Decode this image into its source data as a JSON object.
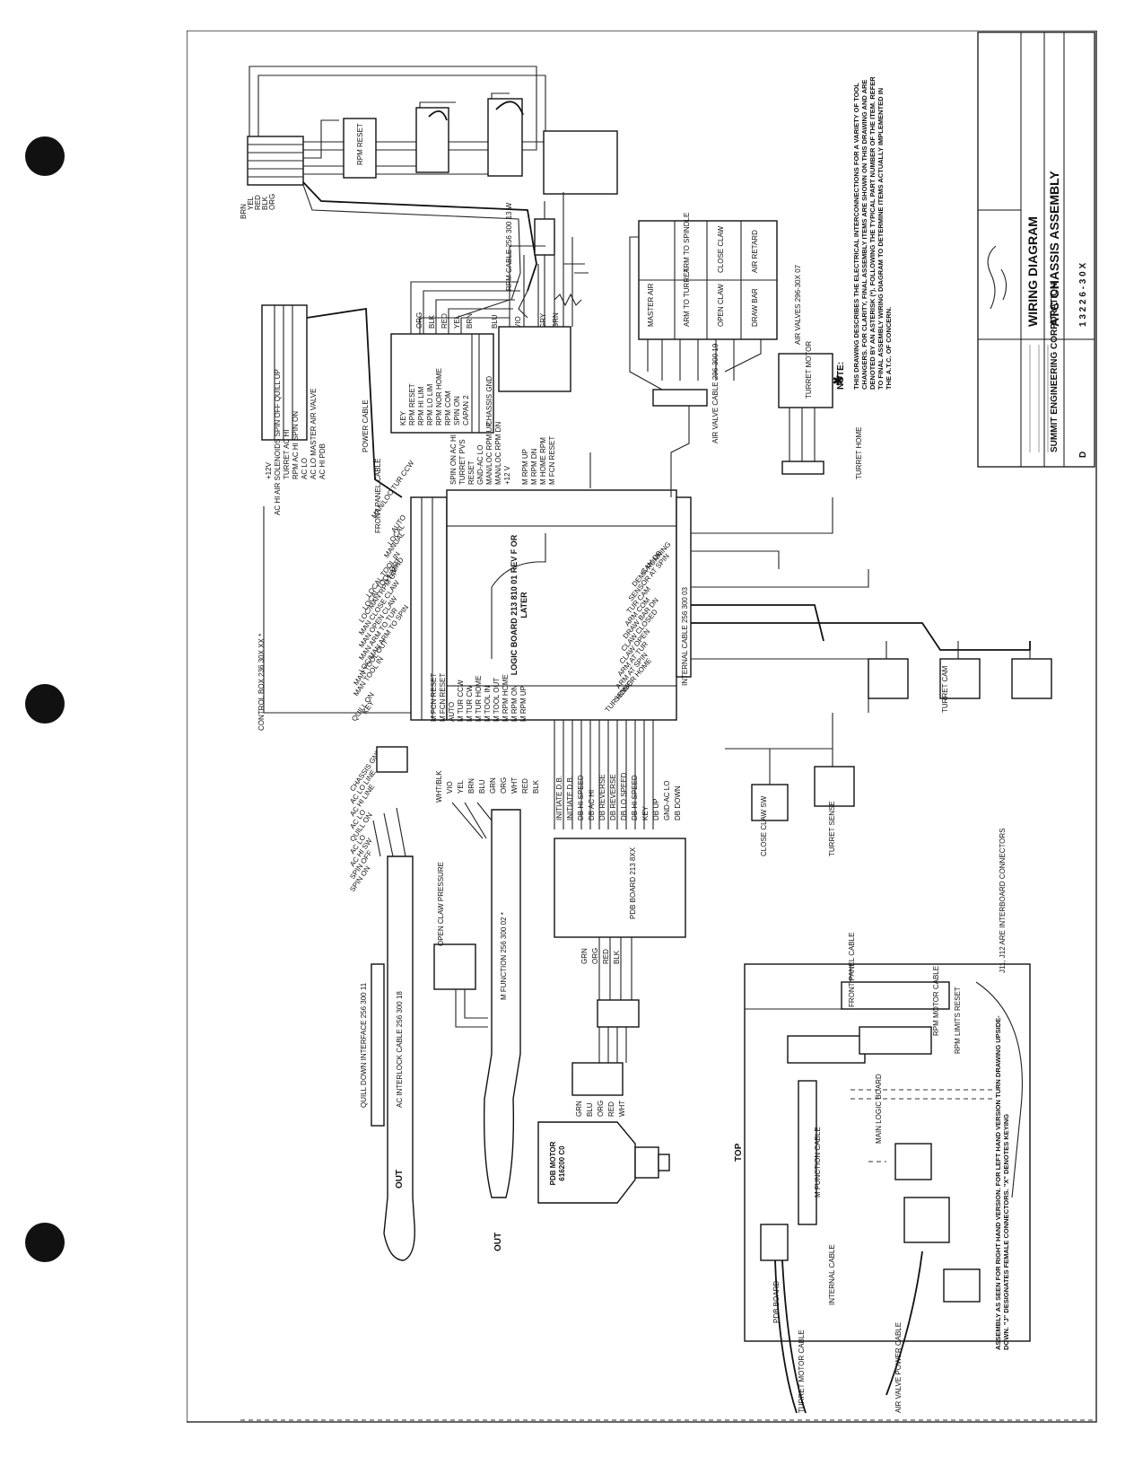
{
  "title_block": {
    "company": "SUMMIT ENGINEERING CORPORATION",
    "title": "WIRING DIAGRAM",
    "subtitle": "ATC CHASSIS ASSEMBLY",
    "drawing_number": "1 3 2 2 6 - 3 0 X",
    "size": "D"
  },
  "note": {
    "label": "NOTE:",
    "text": "THIS DRAWING DESCRIBES THE ELECTRICAL INTERCONNECTIONS FOR A VARIETY OF TOOL CHANGERS. FOR CLARITY, FINAL ASSEMBLY ITEMS ARE SHOWN ON THIS DRAWING AND ARE DENOTED BY AN ASTERISK (*). FOLLOWING THE TYPICAL PART NUMBER OF THE ITEM. REFER TO FINAL ASSEMBLY WIRING DIAGRAM TO DETERMINE ITEMS ACTUALLY IMPLEMENTED IN THE A.T.C. OF CONCERN."
  },
  "components": {
    "logic_board": "LOGIC BOARD 213 810 01 REV F OR LATER",
    "control_box": "CONTROL BOX 236 30X XX *",
    "air_valves": "AIR VALVES 296-30X 07",
    "air_valve_cable": "AIR VALVE CABLE 296-300 19",
    "rpm_cable": "RPM CABLE 256 300 13 W",
    "internal_cable": "INTERNAL CABLE 256 300 03",
    "power_cable": "POWER CABLE",
    "front_panel_cable": "FRONT PANEL CABLE",
    "m_function": "M FUNCTION 256 300 02 *",
    "ac_interlock_cable": "AC INTERLOCK CABLE 256 300 18",
    "quill_down": "QUILL DOWN INTERFACE 256 300 11",
    "pdb_motor": "PDB MOTOR 616200 C0",
    "pdb_board": "PDB BOARD 213 8XX",
    "turret_motor": "TURRET MOTOR",
    "turret_home": "TURRET HOME",
    "open_claw": "OPEN CLAW PRESSURE",
    "close_claw": "CLOSE CLAW SW",
    "turret_sense": "TURRET SENSE",
    "turret_cam": "TURRET CAM",
    "rpm_reset": "RPM RESET",
    "main_logic_board": "MAIN LOGIC BOARD",
    "pdb_board_label": "PDB BOARD",
    "top": "TOP",
    "out": "OUT"
  },
  "air_valve_cells": [
    "MASTER AIR",
    "ARM TO TURRET",
    "ARM TO SPINDLE",
    "OPEN CLAW",
    "CLOSE CLAW",
    "DRAW BAR",
    "AIR RETARD"
  ],
  "j9_pins": [
    "KEY",
    "RPM RESET",
    "RPM HI LIM",
    "RPM LO LIM",
    "RPM NOR HOME",
    "RPM COM",
    "SPIN ON",
    "CAPAN 2",
    "CHASSIS GND"
  ],
  "j9_wires": [
    "KEY",
    "ORG",
    "BLK",
    "RED",
    "YEL",
    "BRN",
    "BLU",
    "VIO",
    "GRY",
    "GRN"
  ],
  "j11_pins": [
    "SPIN ON AC HI",
    "TURRET PVS",
    "RESET",
    "GND-AC LO",
    "MAN/LOC RPM UP",
    "MAN/LOC RPM DN",
    "+12 V",
    "M RPM UP",
    "M RPM DN",
    "M HOME RPM",
    "M FCN RESET"
  ],
  "j10_pins": [
    "QUILL ON",
    "KEY",
    "MAN TOOL IN",
    "MAN TOOL OUT",
    "LOC/MAN ARM TO SPIN",
    "MAN ARM TO TUR",
    "MAN OPEN CLAW",
    "MAN CLOSE CLAW",
    "LOC/MAN RPM UP",
    "LOCAL TOOL OUT",
    "LOCAL TOOL IN",
    "+12V",
    "GND",
    "MANUAL",
    "LOCAL",
    "AUTO",
    "MAN/LOC TUR CCW"
  ],
  "j8_pins": [
    "M FCN RESET",
    "M FCN RESET",
    "AUTO",
    "M TUR CCW",
    "M TUR CW",
    "M TUR HOME",
    "M TOOL IN",
    "M TOOL OUT",
    "M RPM HOME",
    "M RPM ON",
    "M RPM UP"
  ],
  "j8_wires": [
    "WHT/BLK",
    "VIO",
    "YEL",
    "BRN",
    "BLU",
    "GRN",
    "ORG",
    "WHT",
    "RED",
    "BLK"
  ],
  "j12_pins": [
    "INITIATE D.B.",
    "INITIATE D.B.",
    "DB HI SPEED",
    "DB AC HI",
    "DB REVERSE",
    "DB REVERSE",
    "DB LO SPEED",
    "DB HI SPEED",
    "KEY",
    "DB UP",
    "GND-AC LO",
    "DB DOWN"
  ],
  "power_cable_wires": [
    "+12V",
    "AC HI AIR SOLENOIDS SPIN OFF QUILL UP",
    "TURRET AC HI",
    "RPM AC HI SPIN ON",
    "AC LO",
    "AC LO MASTER AIR VALVE",
    "AC HI PDB"
  ],
  "ac_wires": [
    "SPIN ON",
    "SPIN OFF",
    "AC HI SW",
    "AC LO",
    "QUILL ON",
    "AC LO",
    "AC HI LINE",
    "AC LO LINE",
    "CHASSIS GND"
  ],
  "j2_pins": [
    "TUR HOME",
    "SENSOR HOME",
    "ARM AT SPIN",
    "ARM AT TUR",
    "CLAW OPEN",
    "CLAW CLOSED",
    "DRAW BAR DN",
    "ARM COM",
    "TUR CAM",
    "SENSOR AT SPIN",
    "DEMA RUNNING",
    "CAM DB"
  ],
  "wire_colors": [
    "BRN",
    "YEL",
    "RED",
    "BLK",
    "ORG"
  ],
  "pdb_wires": [
    "GRN",
    "BLU",
    "ORG",
    "RED",
    "WHT"
  ],
  "motor_wires": [
    "GRN",
    "ORG",
    "RED",
    "BLK"
  ],
  "bottom_note": "ASSEMBLY AS SEEN FOR RIGHT HAND VERSION. FOR LEFT HAND VERSION TURN DRAWING UPSIDE-DOWN. \"J\" DESIGNATES FEMALE CONNECTORS. \"X\" DENOTES KEYING",
  "interboard_note": "J11, J12 ARE INTERBOARD CONNECTORS",
  "cable_labels": [
    "FRONT PANEL CABLE",
    "RPM MOTOR CABLE",
    "M FUNCTION CABLE",
    "INTERNAL CABLE",
    "RPM LIMITS RESET",
    "AIR VALVE POWER CABLE",
    "TURRET MOTOR CABLE"
  ]
}
